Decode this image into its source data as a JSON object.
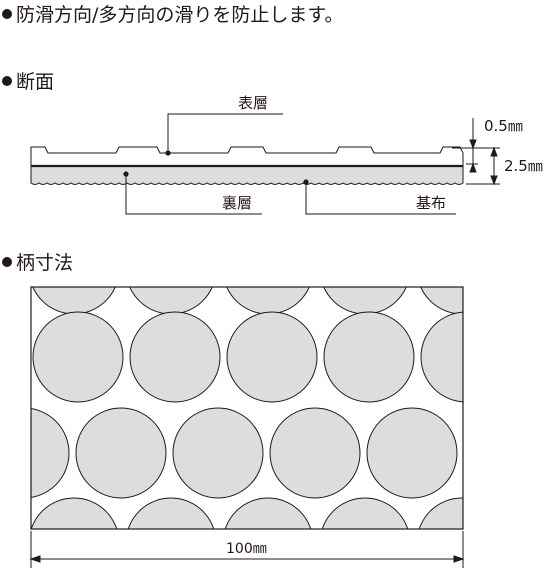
{
  "description": {
    "bullet_text": "防滑方向/多方向の滑りを防止します。"
  },
  "section_cross": {
    "title": "断面",
    "labels": {
      "surface_layer": "表層",
      "back_layer": "裏層",
      "base_fabric": "基布",
      "dim_top": "0.5㎜",
      "dim_total": "2.5㎜"
    }
  },
  "section_pattern": {
    "title": "柄寸法",
    "width_label": "100㎜"
  },
  "colors": {
    "ink": "#231815",
    "surface_fill": "#ffffff",
    "back_fill": "#dcdddd",
    "pattern_bg": "#ffffff",
    "circle_fill": "#dcdddd"
  }
}
